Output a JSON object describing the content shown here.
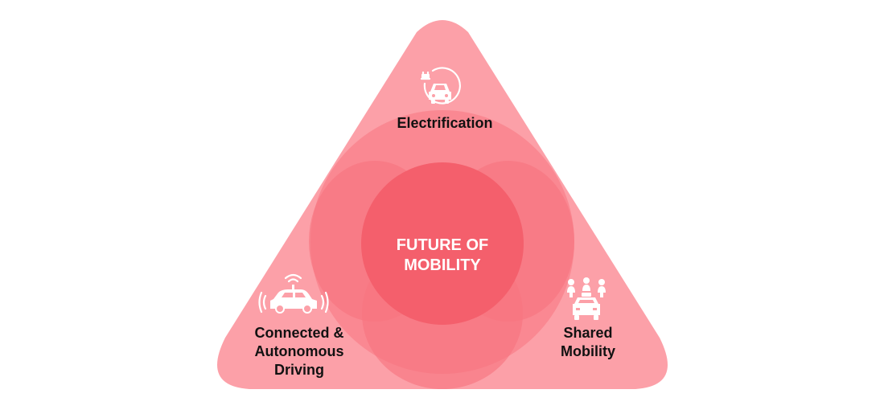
{
  "diagram": {
    "center": {
      "line1": "FUTURE OF",
      "line2": "MOBILITY"
    },
    "top": {
      "label": "Electrification",
      "icon": "electric-car-plug-icon"
    },
    "bottom_left": {
      "line1": "Connected &",
      "line2": "Autonomous",
      "line3": "Driving",
      "icon": "connected-car-icon"
    },
    "bottom_right": {
      "line1": "Shared",
      "line2": "Mobility",
      "icon": "shared-taxi-icon"
    },
    "colors": {
      "triangle": "#fca0a8",
      "overlap": "#f8747f",
      "center": "#f45f6c",
      "icon": "#ffffff",
      "label_text": "#111111",
      "center_text": "#ffffff"
    }
  }
}
